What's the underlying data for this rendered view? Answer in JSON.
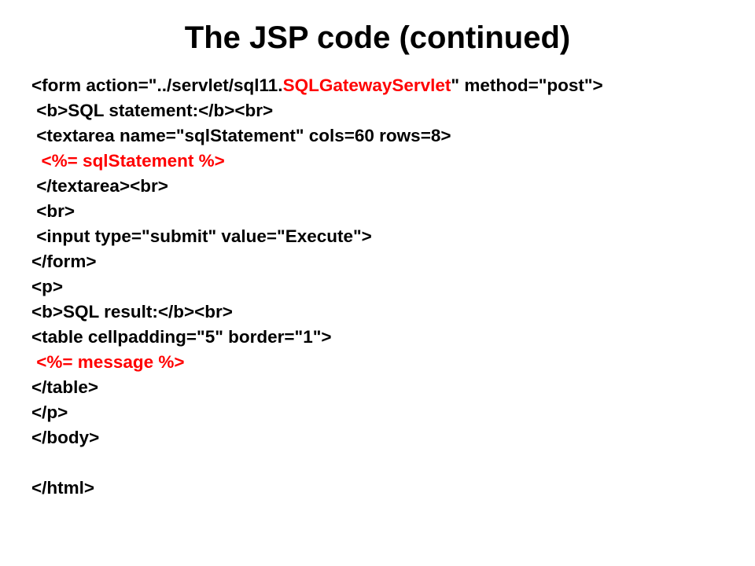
{
  "title": "The JSP code (continued)",
  "colors": {
    "text": "#000000",
    "highlight": "#ff0000",
    "background": "#ffffff"
  },
  "code_lines": [
    {
      "before": "<form action=\"../servlet/sql11.",
      "highlight": "SQLGatewayServlet",
      "after": "\" method=\"post\">"
    },
    {
      "before": " <b>SQL statement:</b><br>",
      "highlight": "",
      "after": ""
    },
    {
      "before": " <textarea name=\"sqlStatement\" cols=60 rows=8>",
      "highlight": "",
      "after": ""
    },
    {
      "before": "  ",
      "highlight": "<%= sqlStatement %>",
      "after": ""
    },
    {
      "before": " </textarea><br>",
      "highlight": "",
      "after": ""
    },
    {
      "before": " <br>",
      "highlight": "",
      "after": ""
    },
    {
      "before": " <input type=\"submit\" value=\"Execute\">",
      "highlight": "",
      "after": ""
    },
    {
      "before": "</form>",
      "highlight": "",
      "after": ""
    },
    {
      "before": "<p>",
      "highlight": "",
      "after": ""
    },
    {
      "before": "<b>SQL result:</b><br>",
      "highlight": "",
      "after": ""
    },
    {
      "before": "<table cellpadding=\"5\" border=\"1\">",
      "highlight": "",
      "after": ""
    },
    {
      "before": " ",
      "highlight": "<%= message %>",
      "after": ""
    },
    {
      "before": "</table>",
      "highlight": "",
      "after": ""
    },
    {
      "before": "</p>",
      "highlight": "",
      "after": ""
    },
    {
      "before": "</body>",
      "highlight": "",
      "after": ""
    },
    {
      "before": "",
      "highlight": "",
      "after": ""
    },
    {
      "before": "</html>",
      "highlight": "",
      "after": ""
    }
  ]
}
